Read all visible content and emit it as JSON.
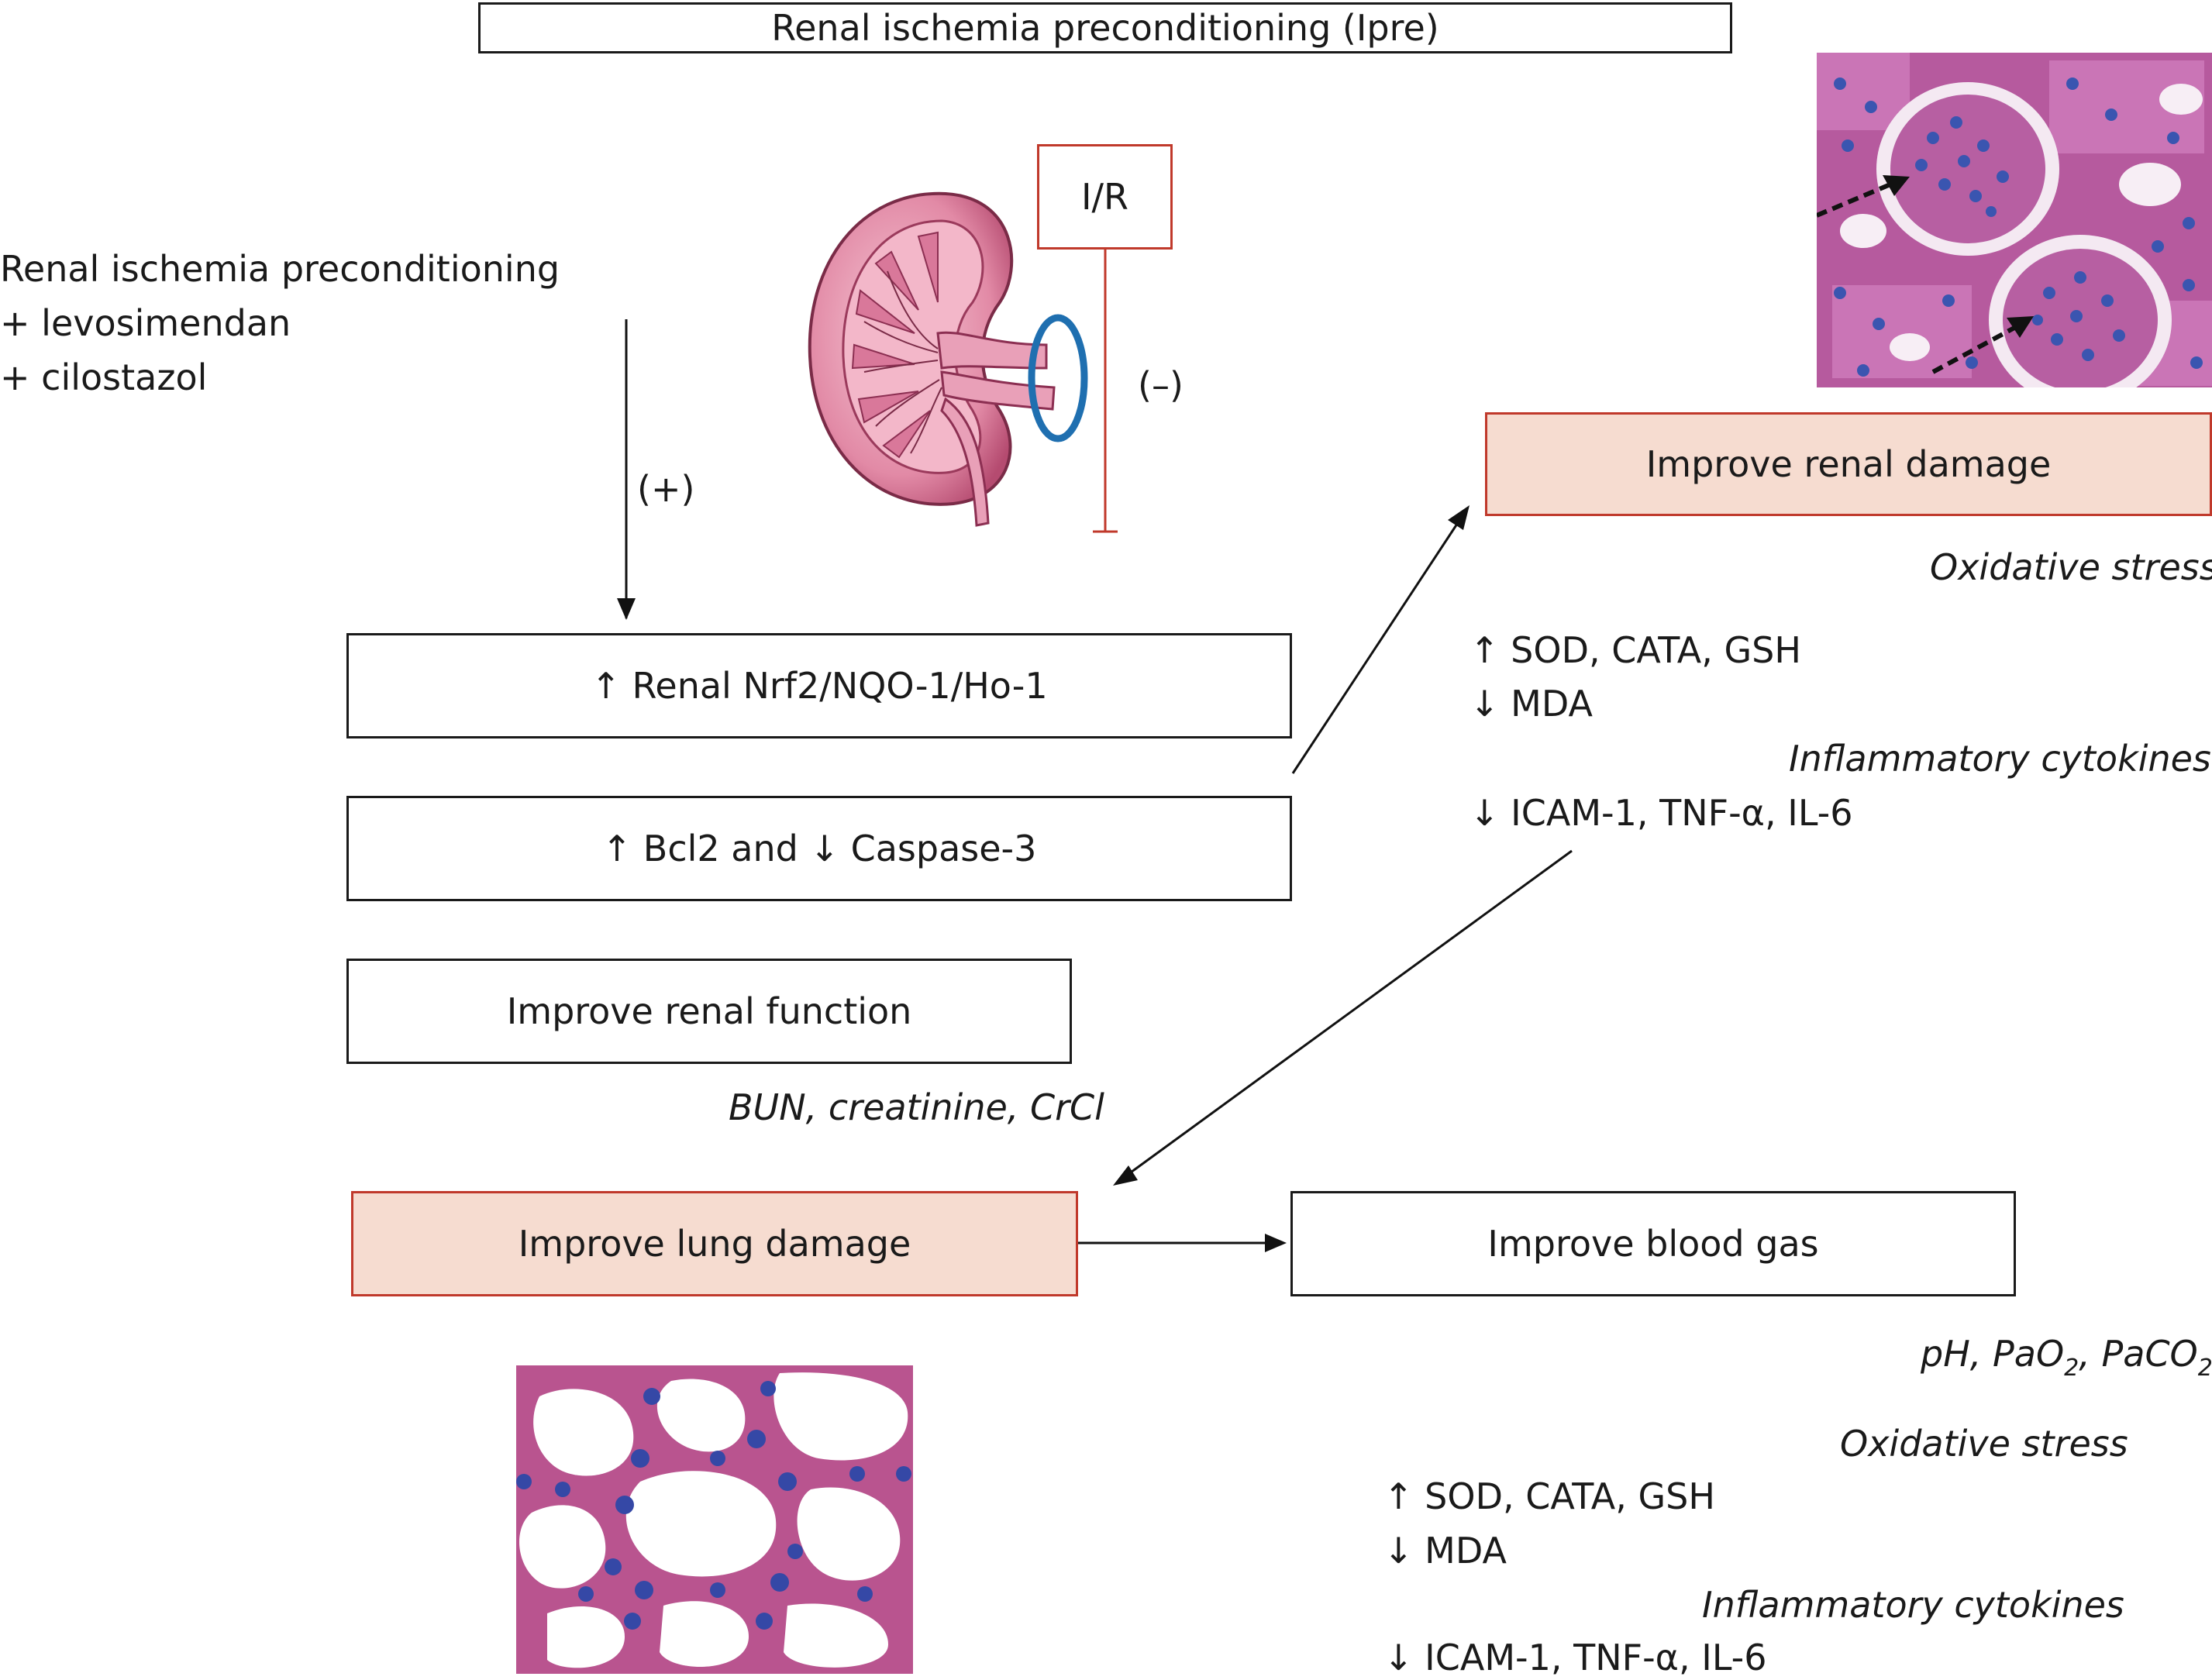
{
  "title": "Renal ischemia preconditioning (Ipre)",
  "ir_label": "I/R",
  "minus_label": "(–)",
  "plus_label": "(+)",
  "treatment_lines": [
    "Renal ischemia preconditioning",
    "+ levosimendan",
    "+ cilostazol"
  ],
  "boxes": {
    "nrf2": "↑ Renal Nrf2/NQO-1/Ho-1",
    "bcl2": "↑ Bcl2 and ↓ Caspase-3",
    "renal_function": "Improve renal function",
    "renal_damage": "Improve renal damage",
    "lung_damage": "Improve lung damage",
    "blood_gas": "Improve blood gas"
  },
  "renal_function_markers": "BUN, creatinine, CrCl",
  "renal_damage_markers": {
    "oxidative_heading": "Oxidative stress",
    "up": "↑ SOD, CATA, GSH",
    "down": "↓ MDA",
    "cytokine_heading": "Inflammatory cytokines",
    "cytokines": "↓ ICAM-1, TNF-α, IL-6"
  },
  "blood_gas_markers": {
    "ph": "pH, PaO",
    "pao2_sub": "2",
    "paco2": ", PaCO",
    "paco2_sub": "2"
  },
  "lung_damage_markers": {
    "oxidative_heading": "Oxidative stress",
    "up": "↑ SOD, CATA, GSH",
    "down": "↓ MDA",
    "cytokine_heading": "Inflammatory cytokines",
    "cytokines": "↓ ICAM-1, TNF-α, IL-6"
  },
  "colors": {
    "highlight_fill": "#f6dcd0",
    "highlight_border": "#c0392b",
    "clamp": "#1f6fb0",
    "tissue_pink": "#c86aa8",
    "nuclei_blue": "#3a55b0"
  }
}
